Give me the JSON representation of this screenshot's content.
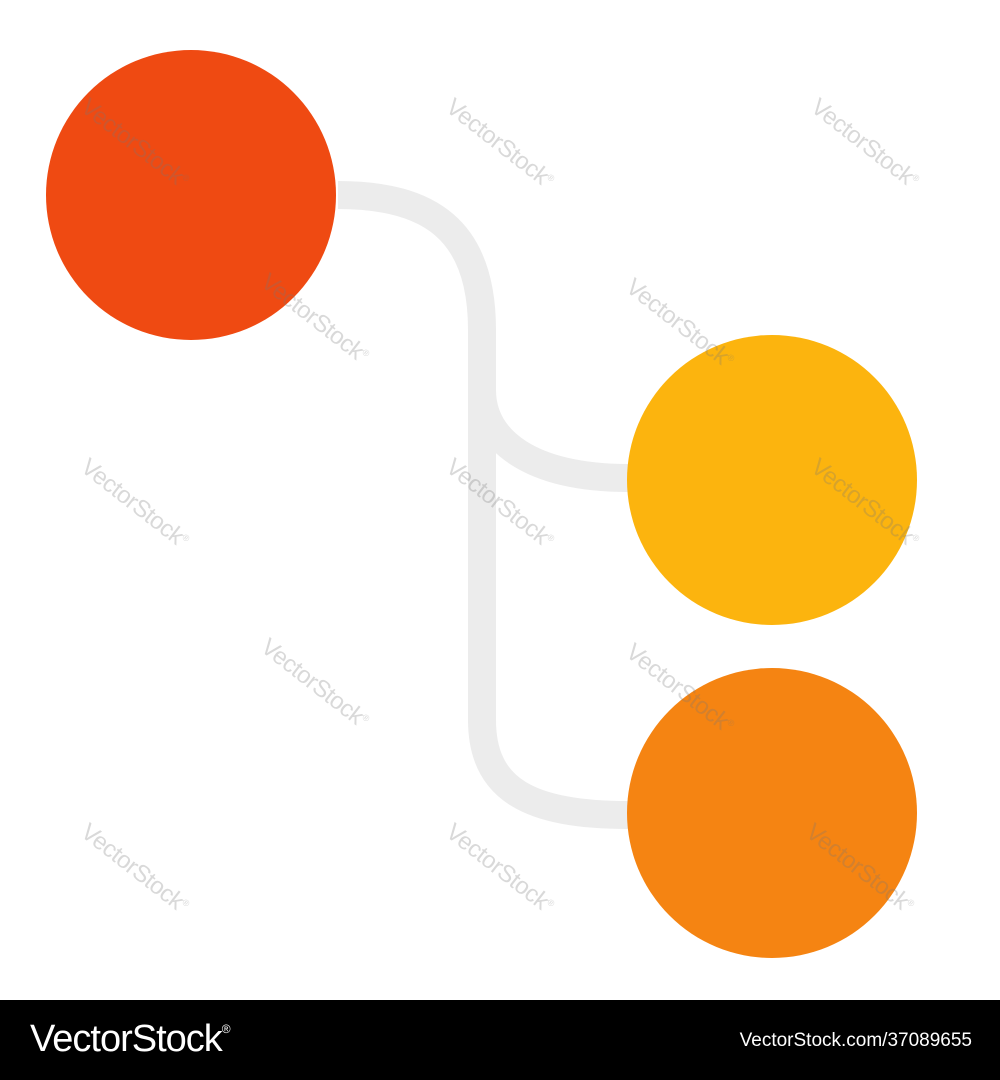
{
  "diagram": {
    "nodes": [
      {
        "id": "root",
        "color": "#ef4a12"
      },
      {
        "id": "child-top",
        "color": "#fcb40e"
      },
      {
        "id": "child-bottom",
        "color": "#f58412"
      }
    ],
    "connector_color": "#ececec"
  },
  "watermark": {
    "text": "VectorStock",
    "mark": "®"
  },
  "footer": {
    "logo": "VectorStock",
    "logo_mark": "®",
    "id_text": "VectorStock.com/37089655"
  }
}
